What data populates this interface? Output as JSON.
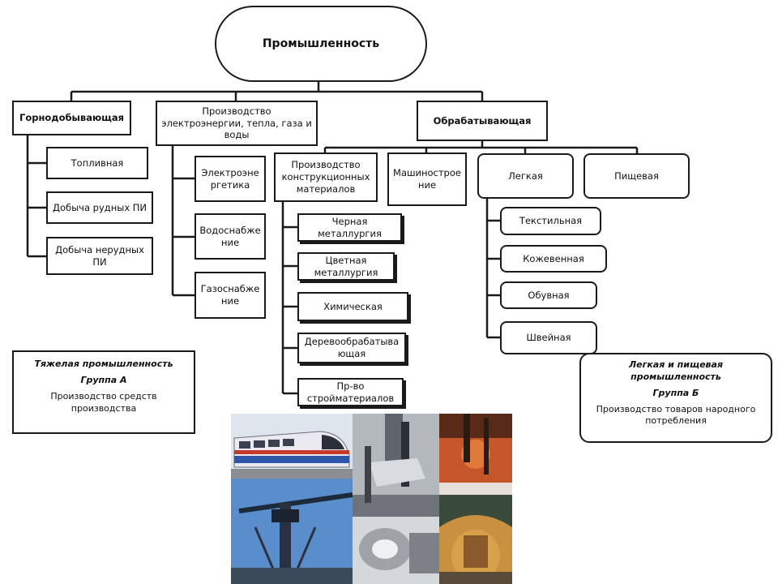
{
  "root": "Промышленность",
  "branches": {
    "mining": "Горнодобывающая",
    "energy": "Производство электроэнергии, тепла, газа и воды",
    "processing": "Обрабатывающая"
  },
  "mining_items": [
    "Топливная",
    "Добыча рудных ПИ",
    "Добыча нерудных ПИ"
  ],
  "energy_items": [
    "Электроэнергетика",
    "Водоснабжение",
    "Газоснабжение"
  ],
  "processing_items": {
    "materials": "Производство конструкционных материалов",
    "machinery": "Машиностроение",
    "light": "Легкая",
    "food": "Пищевая"
  },
  "materials_items": [
    "Черная металлургия",
    "Цветная металлургия",
    "Химическая",
    "Деревообрабатывающая",
    "Пр-во стройматериалов"
  ],
  "light_items": [
    "Текстильная",
    "Кожевенная",
    "Обувная",
    "Швейная"
  ],
  "group_a": {
    "title": "Тяжелая промышленность",
    "group": "Группа А",
    "desc": "Производство средств производства"
  },
  "group_b": {
    "title": "Легкая и пищевая промышленность",
    "group": "Группа Б",
    "desc": "Производство товаров народного потребления"
  },
  "photos": [
    "train",
    "machine-tool",
    "industrial-machinery",
    "crane",
    "metal-part",
    "ship-dock"
  ]
}
